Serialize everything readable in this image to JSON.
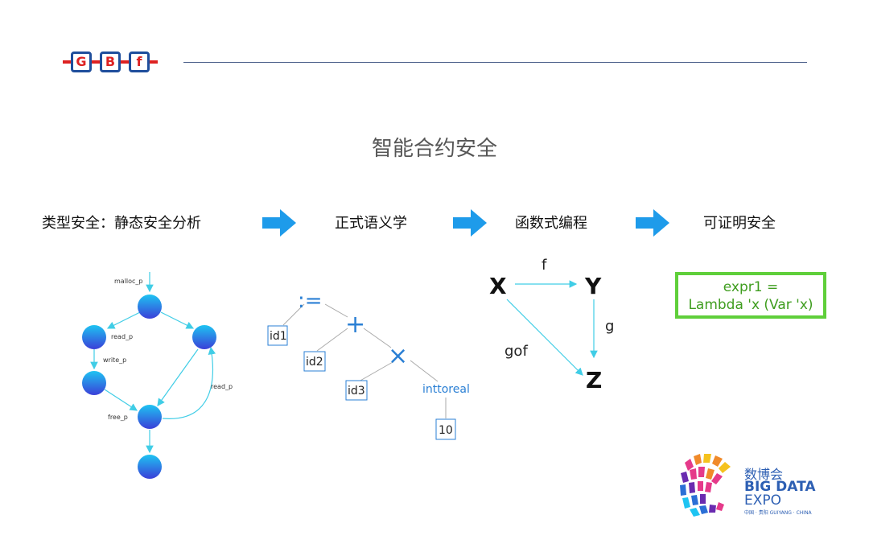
{
  "logo": {
    "letters": [
      "G",
      "B",
      "f"
    ]
  },
  "title": "智能合约安全",
  "steps": [
    "类型安全：静态安全分析",
    "正式语义学",
    "函数式编程",
    "可证明安全"
  ],
  "cfg": {
    "labels": {
      "malloc": "malloc_p",
      "read1": "read_p",
      "write": "write_p",
      "read2": "read_p",
      "free": "free_p"
    }
  },
  "ast": {
    "assign": ":=",
    "plus": "+",
    "times": "×",
    "id1": "id1",
    "id2": "id2",
    "id3": "id3",
    "inttoreal": "inttoreal",
    "ten": "10"
  },
  "category": {
    "x": "X",
    "y": "Y",
    "z": "Z",
    "f": "f",
    "g": "g",
    "gof": "gof"
  },
  "proof": {
    "line1": "expr1 =",
    "line2": "Lambda 'x (Var 'x)"
  },
  "expo": {
    "cn": "数博会",
    "line1": "BIG DATA",
    "line2": "EXPO",
    "sub": "中国 · 贵阳   GUIYANG · CHINA"
  },
  "colors": {
    "accent": "#1e9bea",
    "node_top": "#1ec4f2",
    "node_bottom": "#3a3fd8",
    "green": "#5fcf3a"
  }
}
